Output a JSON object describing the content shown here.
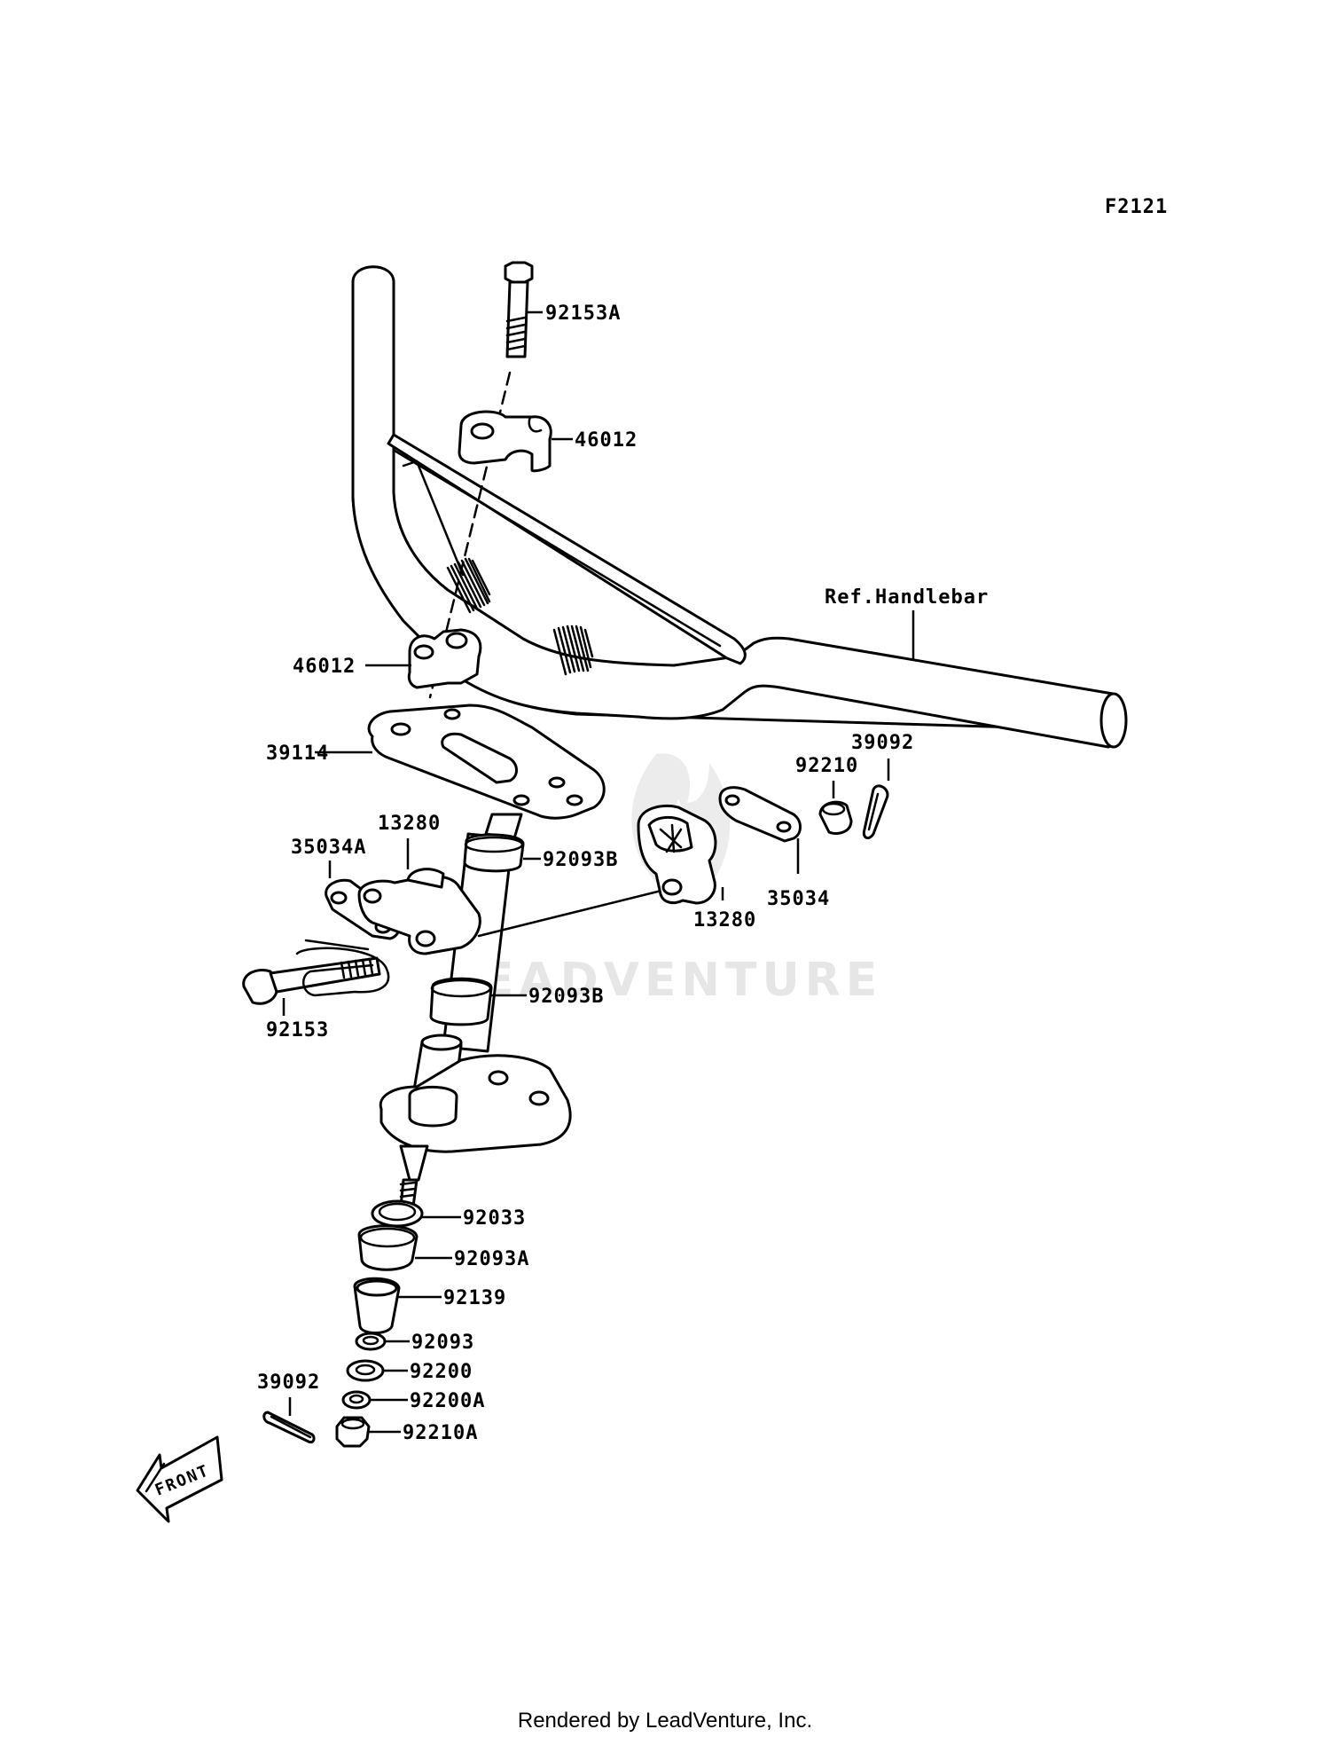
{
  "diagram_code": "F2121",
  "ref_label": "Ref.Handlebar",
  "watermark": "LEADVENTURE",
  "front_label": "FRONT",
  "footer": "Rendered by LeadVenture, Inc.",
  "parts": {
    "p_92153A": "92153A",
    "p_46012_top": "46012",
    "p_46012_low": "46012",
    "p_39114": "39114",
    "p_39092_right": "39092",
    "p_92210": "92210",
    "p_13280_left": "13280",
    "p_35034A": "35034A",
    "p_92093B_upper": "92093B",
    "p_35034": "35034",
    "p_13280_right": "13280",
    "p_92093B_lower": "92093B",
    "p_92153": "92153",
    "p_92033": "92033",
    "p_92093A": "92093A",
    "p_92139": "92139",
    "p_92093": "92093",
    "p_92200": "92200",
    "p_39092_left": "39092",
    "p_92200A": "92200A",
    "p_92210A": "92210A"
  },
  "icons": [
    "front-arrow-icon",
    "leadventure-flame-logo"
  ]
}
